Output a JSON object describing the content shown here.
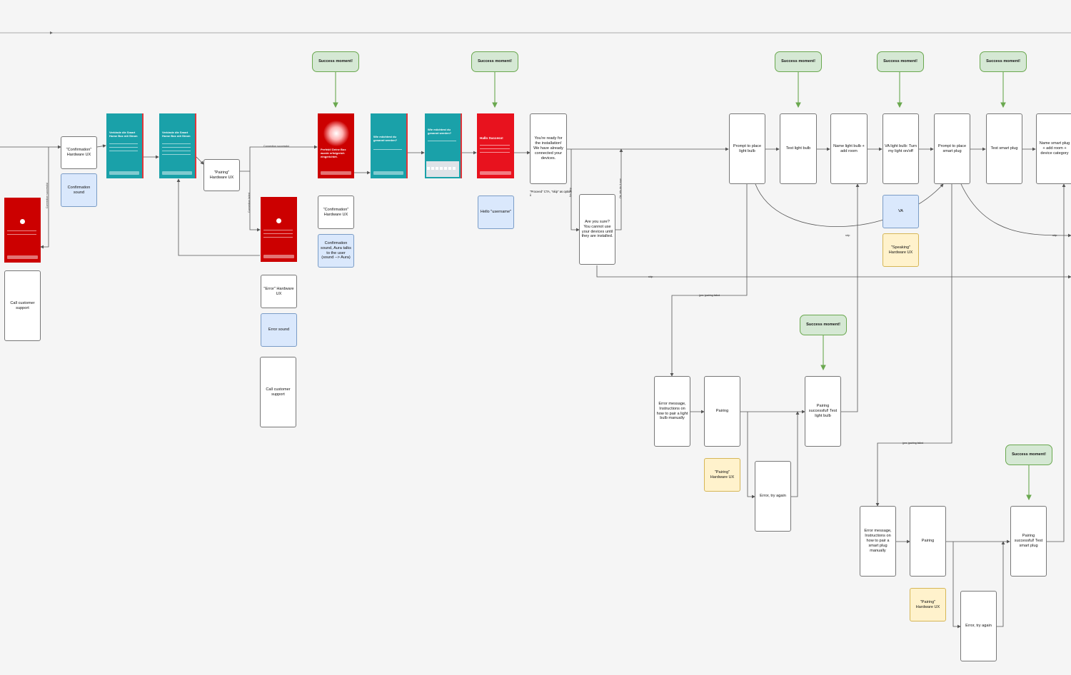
{
  "nodes": {
    "confirmation_hw_1": "\"Confirmation\" Hardware UX",
    "confirmation_sound_1": "Confirmation sound",
    "pairing_hw_1": "\"Pairing\" Hardware UX",
    "call_support_1": "Call customer support",
    "success_1": "Success moment!",
    "success_2": "Success moment!",
    "success_3": "Success moment!",
    "success_4": "Success moment!",
    "success_5": "Success moment!",
    "success_6": "Success moment!",
    "success_7": "Success moment!",
    "confirmation_hw_2": "\"Confirmation\" Hardware UX",
    "confirmation_sound_2": "Confirmation sound, Aura talks to the user (sound --> Aura)",
    "error_hw": "\"Error\" Hardware UX",
    "error_sound": "Error sound",
    "call_support_2": "Call customer support",
    "hello_username": "Hello \"username\"",
    "ready_install": "You're ready for the installation! We have already connected your devices.",
    "ready_note": "\"Proceed\" CTA, \"skip\" as option ii",
    "are_you_sure": "Are you sure? You cannot use your devices until they are installed.",
    "prompt_light": "Prompt to place light bulb",
    "test_light": "Test light bulb",
    "name_light": "Name light bulb + add room",
    "va_light": "VA light bulb: Turn my light on/off",
    "va": "VA",
    "speaking_hw": "\"Speaking\" Hardware UX",
    "prompt_plug": "Prompt to place smart plug",
    "test_plug": "Test smart plug",
    "name_plug": "Name smart plug + add room + device category",
    "error_light": "Error message, Instructions on how to pair a light bulb manually",
    "pairing_1": "Pairing",
    "pairing_hw_2": "\"Pairing\" Hardware UX",
    "error_try_1": "Error, try again",
    "pairing_success_light": "Pairing successful! Test light bulb",
    "error_plug": "Error message, Instructions on how to pair a smart plug manually",
    "pairing_2": "Pairing",
    "pairing_hw_3": "\"Pairing\" Hardware UX",
    "error_try_2": "Error, try again",
    "pairing_success_plug": "Pairing successful! Test smart plug"
  },
  "screens": {
    "teal_1_title": "Verbinde die Smart Home Box mit Strom",
    "teal_2_title": "Verbinde die Smart Home Box mit Strom",
    "red_glow_title": "Perfekt! Deine Box wurde erfolgreich eingerichtet.",
    "teal_3_title": "Wie möchtest du genannt werden?",
    "teal_4_title": "Wie möchtest du genannt werden?",
    "hello_success_title": "Hallo Success!"
  },
  "edges": {
    "connection_successful": "Connection successful",
    "connection_failed": "Connection failed",
    "connection_successful_2": "Connection successful",
    "no_skip": "No, skip",
    "ok_lets_do_it": "Ok, lets do it now",
    "skip_1": "skip",
    "skip_2": "skip",
    "skip_3": "skip",
    "pairing_failed_1": "(pre-)pairing failed",
    "pairing_failed_2": "(pre-)pairing failed"
  },
  "colors": {
    "teal": "#1aa1a9",
    "red": "#cc0000",
    "green_fill": "#d5e8d4",
    "green_stroke": "#6aa84f",
    "blue_fill": "#dae8fc",
    "yellow_fill": "#fff2cc"
  }
}
